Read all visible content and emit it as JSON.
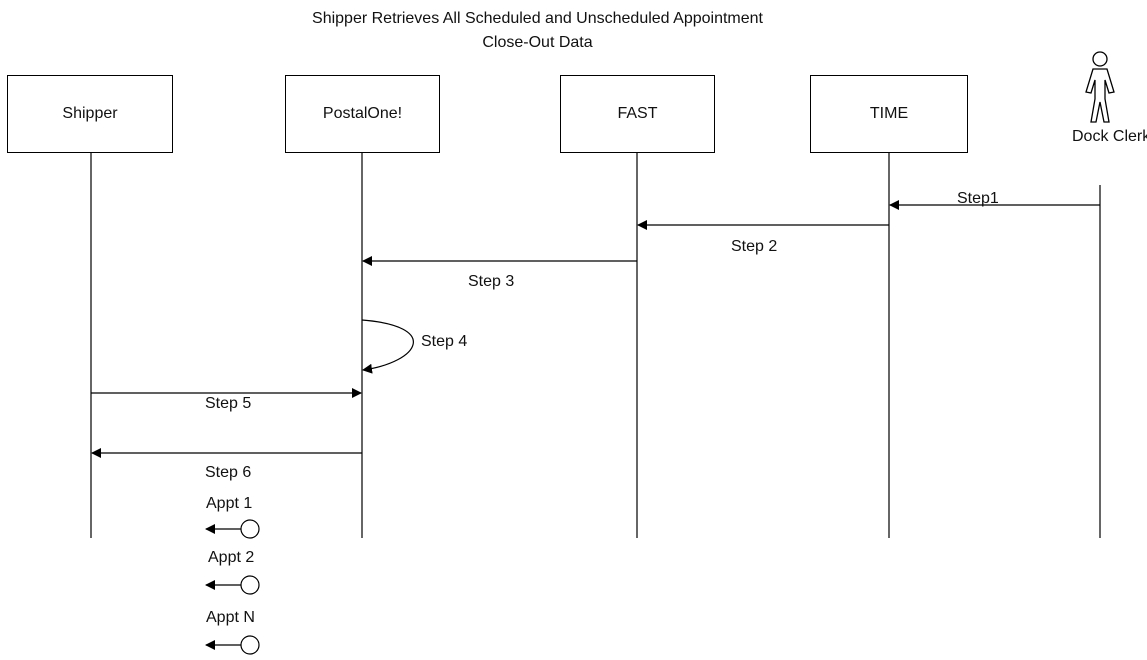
{
  "title": {
    "line1": "Shipper Retrieves All Scheduled and Unscheduled Appointment",
    "line2": "Close-Out Data"
  },
  "participants": {
    "shipper": "Shipper",
    "postalone": "PostalOne!",
    "fast": "FAST",
    "time": "TIME",
    "actor": "Dock Clerk"
  },
  "messages": {
    "step1": "Step1",
    "step2": "Step 2",
    "step3": "Step 3",
    "step4": "Step 4",
    "step5": "Step 5",
    "step6": "Step 6"
  },
  "returns": {
    "appt1": "Appt 1",
    "appt2": "Appt 2",
    "apptn": "Appt N"
  }
}
